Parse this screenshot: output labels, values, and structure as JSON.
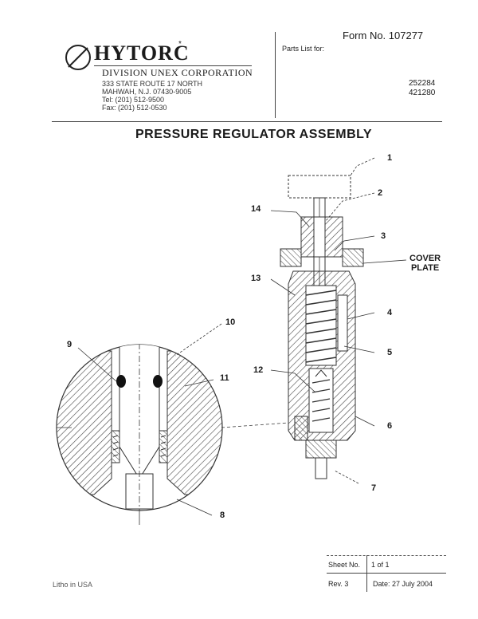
{
  "header": {
    "form_number": "Form No. 107277",
    "parts_list_label": "Parts List for:",
    "part_numbers": [
      "252284",
      "421280"
    ]
  },
  "company": {
    "logo_name": "HYTORC",
    "logo_mark": "*",
    "division": "DIVISION UNEX CORPORATION",
    "address_lines": [
      "333 STATE ROUTE 17 NORTH",
      "MAHWAH, N.J. 07430-9005",
      "Tel: (201) 512-9500",
      "Fax: (201) 512-0530"
    ]
  },
  "document": {
    "title": "PRESSURE REGULATOR ASSEMBLY"
  },
  "callouts": {
    "c1": "1",
    "c2": "2",
    "c3": "3",
    "c4": "4",
    "c5": "5",
    "c6": "6",
    "c7": "7",
    "c8": "8",
    "c9": "9",
    "c10": "10",
    "c11": "11",
    "c12": "12",
    "c13": "13",
    "c14": "14",
    "cover_plate_line1": "COVER",
    "cover_plate_line2": "PLATE"
  },
  "footer": {
    "sheet_label": "Sheet No.",
    "sheet_value": "1 of 1",
    "rev": "Rev. 3",
    "date": "Date: 27 July 2004",
    "origin": "Litho in USA"
  }
}
